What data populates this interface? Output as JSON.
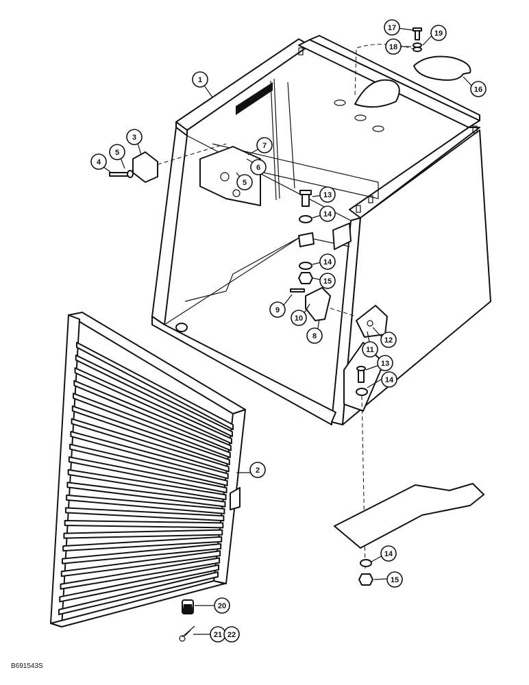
{
  "figure_code": "B691543S",
  "callouts": [
    {
      "id": "c1",
      "label": "1"
    },
    {
      "id": "c2",
      "label": "2"
    },
    {
      "id": "c3",
      "label": "3"
    },
    {
      "id": "c4",
      "label": "4"
    },
    {
      "id": "c5a",
      "label": "5"
    },
    {
      "id": "c5b",
      "label": "5"
    },
    {
      "id": "c6",
      "label": "6"
    },
    {
      "id": "c7",
      "label": "7"
    },
    {
      "id": "c8",
      "label": "8"
    },
    {
      "id": "c9",
      "label": "9"
    },
    {
      "id": "c10",
      "label": "10"
    },
    {
      "id": "c11",
      "label": "11"
    },
    {
      "id": "c12",
      "label": "12"
    },
    {
      "id": "c13a",
      "label": "13"
    },
    {
      "id": "c13b",
      "label": "13"
    },
    {
      "id": "c14a",
      "label": "14"
    },
    {
      "id": "c14b",
      "label": "14"
    },
    {
      "id": "c14c",
      "label": "14"
    },
    {
      "id": "c14d",
      "label": "14"
    },
    {
      "id": "c15a",
      "label": "15"
    },
    {
      "id": "c15b",
      "label": "15"
    },
    {
      "id": "c16",
      "label": "16"
    },
    {
      "id": "c17",
      "label": "17"
    },
    {
      "id": "c18",
      "label": "18"
    },
    {
      "id": "c19",
      "label": "19"
    },
    {
      "id": "c20",
      "label": "20"
    },
    {
      "id": "c21",
      "label": "21"
    },
    {
      "id": "c22",
      "label": "22"
    }
  ]
}
